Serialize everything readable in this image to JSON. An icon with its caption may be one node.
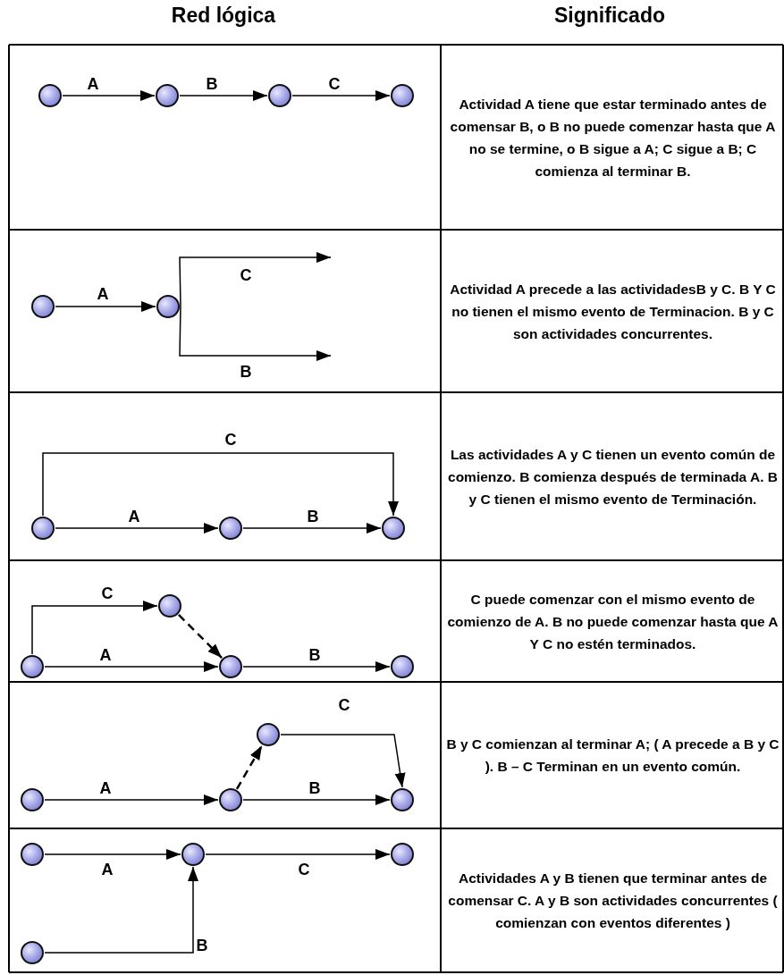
{
  "diagram": {
    "nodes": [
      {
        "text": [],
        "shape": "circle"
      },
      {
        "text": [],
        "shape": "circle"
      },
      {
        "text": [],
        "shape": "circle"
      },
      {
        "text": [],
        "shape": "circle"
      },
      {
        "text": [],
        "shape": "circle"
      },
      {
        "text": [],
        "shape": "circle"
      },
      {
        "text": [],
        "shape": "circle"
      },
      {
        "text": [],
        "shape": "circle"
      },
      {
        "text": [],
        "shape": "circle"
      },
      {
        "text": [],
        "shape": "circle"
      },
      {
        "text": [],
        "shape": "circle"
      },
      {
        "text": [],
        "shape": "circle"
      },
      {
        "text": [],
        "shape": "circle"
      },
      {
        "text": [],
        "shape": "circle"
      },
      {
        "text": [],
        "shape": "circle"
      },
      {
        "text": [],
        "shape": "circle"
      },
      {
        "text": [],
        "shape": "circle"
      },
      {
        "text": [],
        "shape": "circle"
      },
      {
        "text": [],
        "shape": "circle"
      },
      {
        "text": [],
        "shape": "circle"
      },
      {
        "text": [],
        "shape": "circle"
      }
    ],
    "edges": [
      {
        "from": 0,
        "to": 1,
        "arrow": "to",
        "label": "A"
      },
      {
        "from": 1,
        "to": 2,
        "arrow": "to",
        "label": "B"
      },
      {
        "from": 2,
        "to": 3,
        "arrow": "to",
        "label": "C"
      },
      {
        "from": 4,
        "to": 5,
        "arrow": "to",
        "label": "A"
      },
      {
        "from": 5,
        "to": null,
        "arrow": "to",
        "label": "C"
      },
      {
        "from": 5,
        "to": null,
        "arrow": "to",
        "label": "B"
      },
      {
        "from": 6,
        "to": 7,
        "arrow": "to",
        "label": "A"
      },
      {
        "from": 7,
        "to": 8,
        "arrow": "to",
        "label": "B"
      },
      {
        "from": 6,
        "to": 8,
        "arrow": "to",
        "label": "C"
      },
      {
        "from": 10,
        "to": 9,
        "arrow": "to",
        "label": "C"
      },
      {
        "from": 9,
        "to": 11,
        "arrow": "to",
        "style": "dashed"
      },
      {
        "from": 10,
        "to": 11,
        "arrow": "to",
        "label": "A"
      },
      {
        "from": 11,
        "to": 12,
        "arrow": "to",
        "label": "B"
      },
      {
        "from": 15,
        "to": 13,
        "arrow": "to",
        "style": "dashed"
      },
      {
        "from": 13,
        "to": 16,
        "arrow": "to",
        "label": "C"
      },
      {
        "from": 14,
        "to": 15,
        "arrow": "to",
        "label": "A"
      },
      {
        "from": 15,
        "to": 16,
        "arrow": "to",
        "label": "B"
      },
      {
        "from": 17,
        "to": 18,
        "arrow": "to",
        "label": "A"
      },
      {
        "from": 18,
        "to": 19,
        "arrow": "to",
        "label": "C"
      },
      {
        "from": 20,
        "to": 18,
        "arrow": "to",
        "label": "B"
      }
    ],
    "labels": [
      "Red lógica",
      "Significado",
      "Actividad A tiene que estar terminado antes de comensar B, o B no puede comenzar hasta que A no se termine, o B sigue a A; C sigue a B; C comienza al terminar B.",
      "Actividad A precede a las actividadesB y C. B Y C no tienen el mismo evento de Terminacion. B y C son actividades concurrentes.",
      "Las actividades A y C tienen un evento común de comienzo. B comienza después de terminada A. B y C tienen el mismo evento de Terminación.",
      "C puede comenzar con el mismo evento de comienzo de A. B no puede comenzar hasta que A Y C no estén terminados.",
      "B y C comienzan al terminar A; ( A precede a B y C ). B – C Terminan en un evento común.",
      "Actividades A y B tienen que terminar antes de comensar C. A y B son actividades concurrentes ( comienzan con eventos diferentes )"
    ]
  }
}
